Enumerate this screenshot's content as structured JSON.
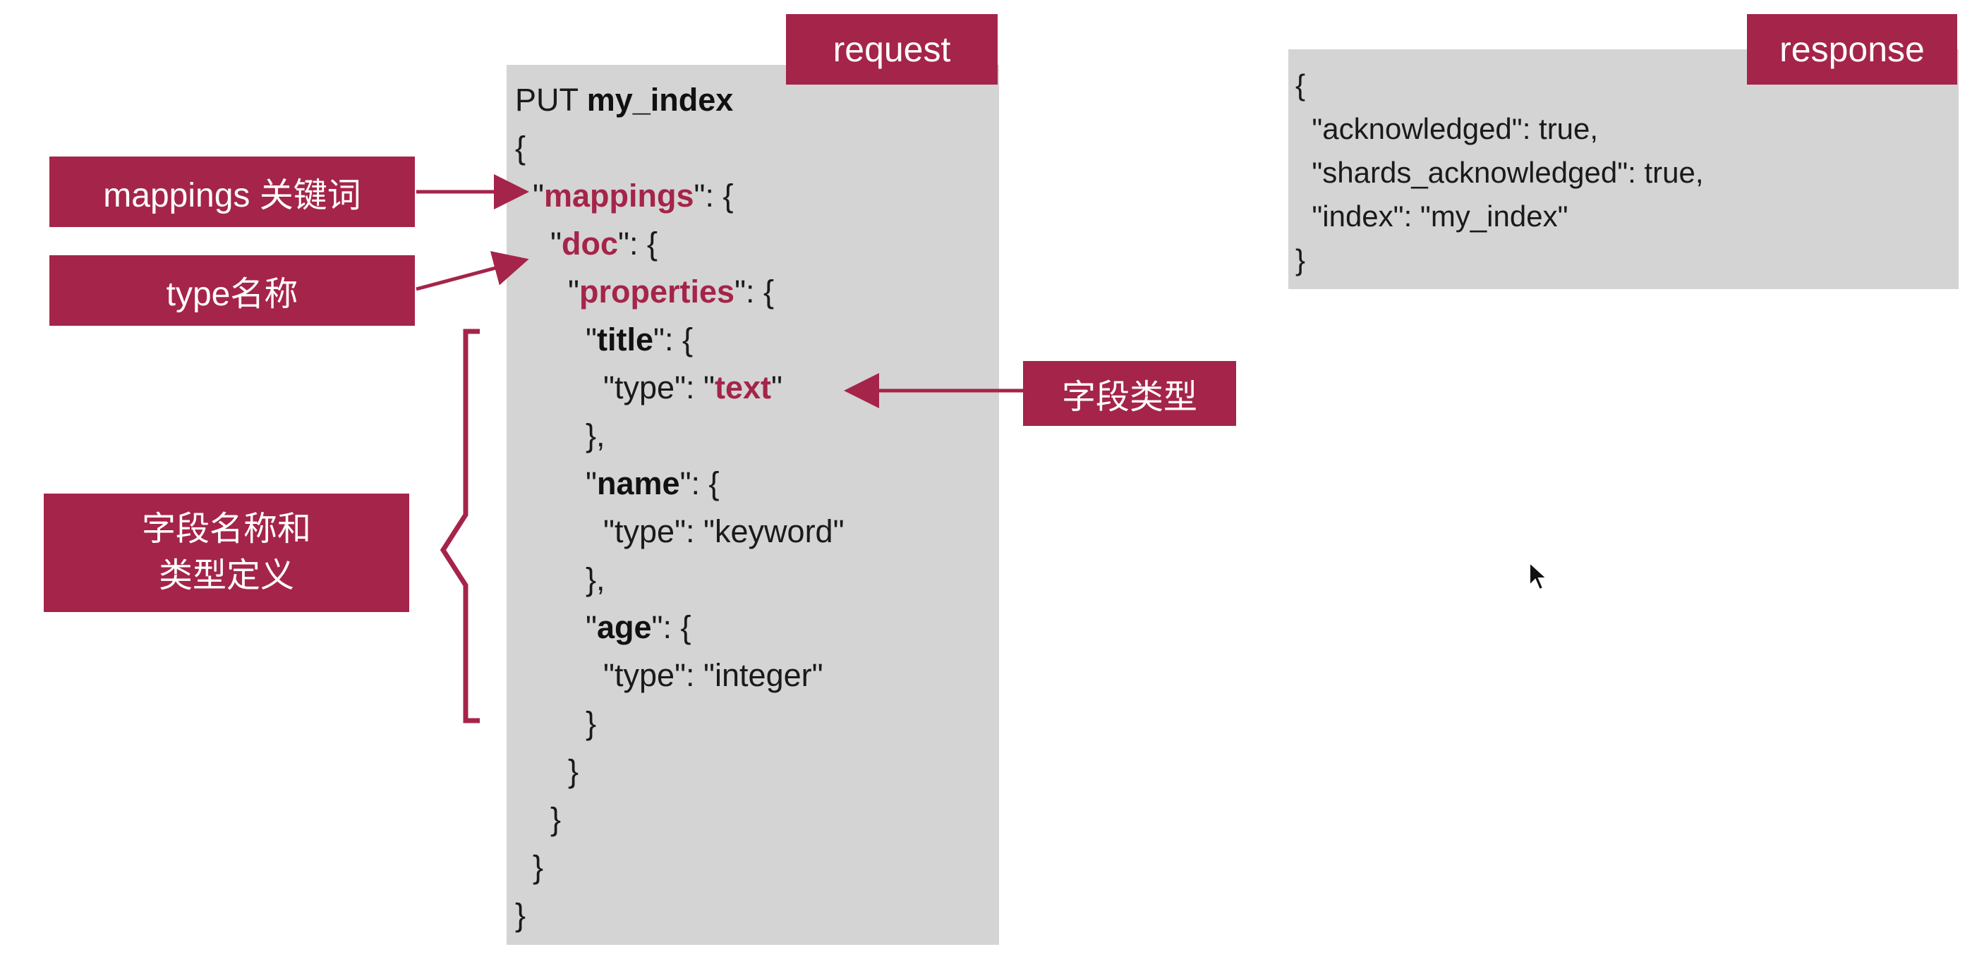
{
  "tags": {
    "request": "request",
    "response": "response"
  },
  "labels": {
    "mappings_keyword": "mappings 关键词",
    "type_name": "type名称",
    "field_def_line1": "字段名称和",
    "field_def_line2": "类型定义",
    "field_type": "字段类型"
  },
  "request": {
    "method": "PUT",
    "index": "my_index",
    "open": "{",
    "mappings_key": "mappings",
    "doc_key": "doc",
    "properties_key": "properties",
    "title_key": "title",
    "title_type": "text",
    "name_key": "name",
    "name_type": "keyword",
    "age_key": "age",
    "age_type": "integer",
    "type_key": "type"
  },
  "response": {
    "acknowledged": "\"acknowledged\": true,",
    "shards_acknowledged": "\"shards_acknowledged\": true,",
    "index": "\"index\": \"my_index\""
  },
  "colors": {
    "accent": "#a52449",
    "panel": "#d4d4d4"
  }
}
